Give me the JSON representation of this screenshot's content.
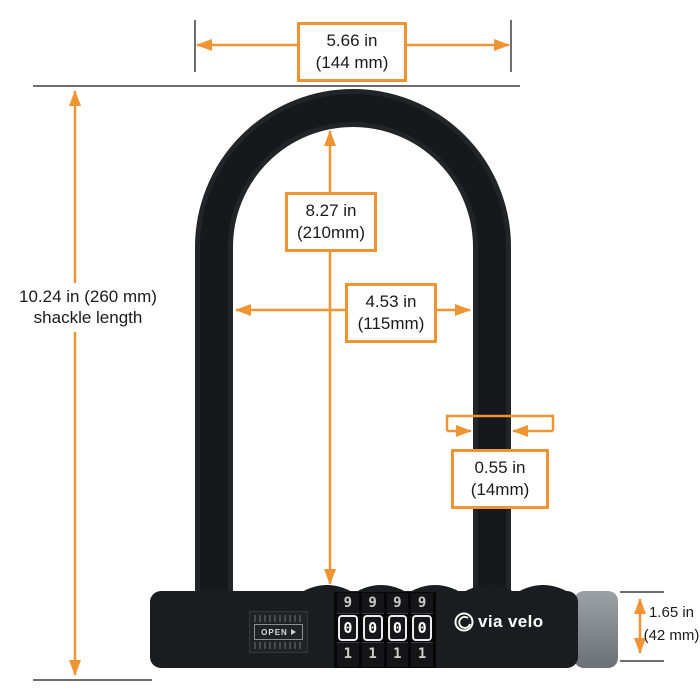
{
  "accent_color": "#ef9433",
  "dimensions": {
    "top_width": {
      "line1": "5.66 in",
      "line2": "(144 mm)"
    },
    "inner_height": {
      "line1": "8.27 in",
      "line2": "(210mm)"
    },
    "inner_width": {
      "line1": "4.53 in",
      "line2": "(115mm)"
    },
    "shackle_thickness": {
      "line1": "0.55 in",
      "line2": "(14mm)"
    },
    "shackle_length": {
      "line1": "10.24 in (260 mm)",
      "line2": "shackle length"
    },
    "body_height": {
      "line1": "1.65 in",
      "line2": "(42 mm)"
    }
  },
  "lock": {
    "brand": "via velo",
    "open_label": "OPEN",
    "dials": {
      "top_row": [
        "9",
        "9",
        "9",
        "9"
      ],
      "middle_row": [
        "0",
        "0",
        "0",
        "0"
      ],
      "bottom_row": [
        "1",
        "1",
        "1",
        "1"
      ]
    }
  }
}
